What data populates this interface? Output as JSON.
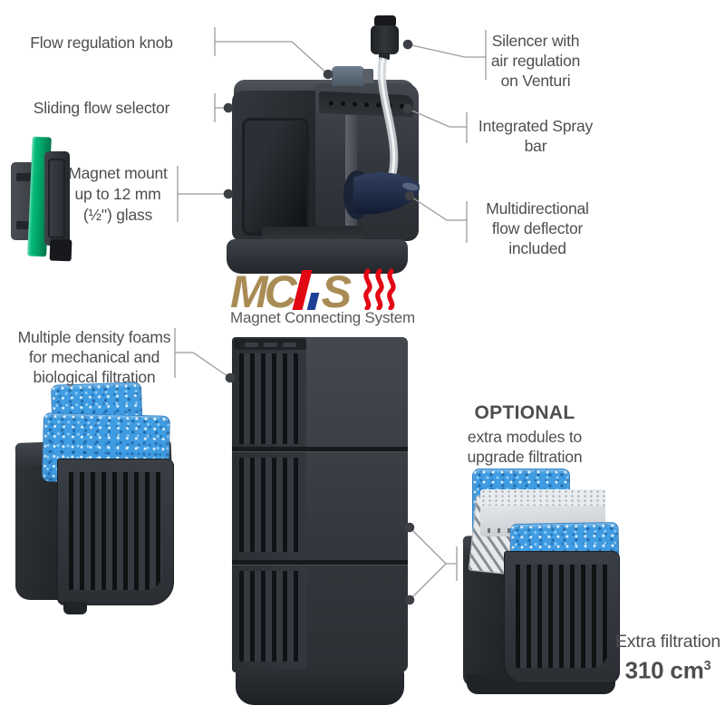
{
  "colors": {
    "text": "#4d4e50",
    "accent_red": "#e30613",
    "logo_gold": "#a98c55",
    "logo_blue": "#1e3f97",
    "foam_blue": "#3f9ce2",
    "glass_green": "#00a86c",
    "line_gray": "#9a9a9a",
    "dot_gray": "#3c4045"
  },
  "callouts": {
    "flow_regulation_knob": {
      "label": "Flow regulation knob"
    },
    "sliding_flow_selector": {
      "label": "Sliding flow selector"
    },
    "magnet_mount": {
      "line1": "Magnet mount",
      "line2": "up to 12 mm",
      "line3": "(½\") glass"
    },
    "silencer": {
      "line1": "Silencer with",
      "line2": "air regulation",
      "line3": "on Venturi"
    },
    "spray_bar": {
      "line1": "Integrated Spray",
      "line2": "bar"
    },
    "flow_deflector": {
      "line1": "Multidirectional",
      "line2": "flow deflector",
      "line3": "included"
    },
    "density_foams": {
      "line1": "Multiple density foams",
      "line2": "for mechanical and",
      "line3": "biological filtration"
    }
  },
  "logo": {
    "mc": "MC",
    "s": "S",
    "subtitle": "Magnet Connecting System"
  },
  "optional_note": {
    "title": "OPTIONAL",
    "line1": "extra modules to",
    "line2": "upgrade filtration"
  },
  "extra_filtration": {
    "label": "Extra filtration",
    "value": "310 cm",
    "sup": "3"
  }
}
